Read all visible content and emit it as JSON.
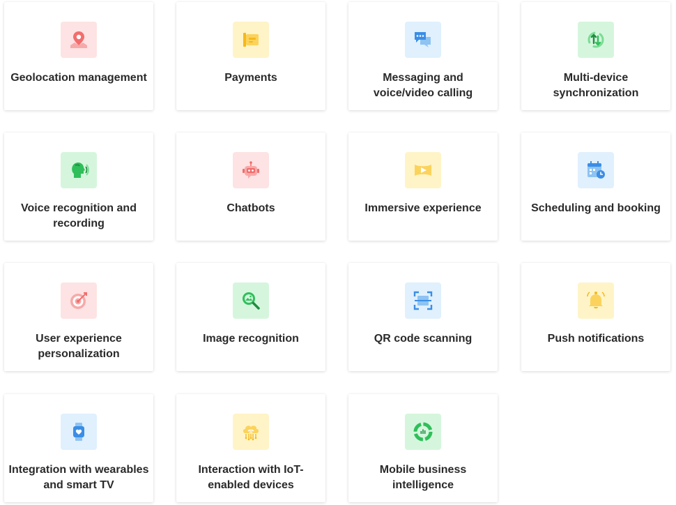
{
  "features": [
    {
      "label": "Geolocation management",
      "icon": "map-pin-icon",
      "color": "#fde3e3"
    },
    {
      "label": "Payments",
      "icon": "wallet-icon",
      "color": "#fff4c7"
    },
    {
      "label": "Messaging and voice/video calling",
      "icon": "chat-bubbles-icon",
      "color": "#e0f0fd"
    },
    {
      "label": "Multi-device synchronization",
      "icon": "sync-icon",
      "color": "#d5f6dd"
    },
    {
      "label": "Voice recognition and recording",
      "icon": "speaking-head-icon",
      "color": "#d5f6dd"
    },
    {
      "label": "Chatbots",
      "icon": "robot-icon",
      "color": "#fde3e3"
    },
    {
      "label": "Immersive experience",
      "icon": "360-video-icon",
      "color": "#fff4c7"
    },
    {
      "label": "Scheduling and booking",
      "icon": "calendar-clock-icon",
      "color": "#e0f0fd"
    },
    {
      "label": "User experience personalization",
      "icon": "target-icon",
      "color": "#fde3e3"
    },
    {
      "label": "Image recognition",
      "icon": "image-search-icon",
      "color": "#d5f6dd"
    },
    {
      "label": "QR code scanning",
      "icon": "scan-frame-icon",
      "color": "#e0f0fd"
    },
    {
      "label": "Push notifications",
      "icon": "bell-icon",
      "color": "#fff4c7"
    },
    {
      "label": "Integration with wearables and smart TV",
      "icon": "smartwatch-icon",
      "color": "#e0f0fd"
    },
    {
      "label": "Interaction with IoT-enabled devices",
      "icon": "cloud-network-icon",
      "color": "#fff4c7"
    },
    {
      "label": "Mobile business intelligence",
      "icon": "analytics-ring-icon",
      "color": "#d5f6dd"
    }
  ],
  "colors": {
    "red_accent": "#f26d6d",
    "yellow_accent": "#f5b81c",
    "blue_accent": "#3a8ee6",
    "green_accent": "#2fbf5a",
    "text": "#2a2a2a"
  }
}
